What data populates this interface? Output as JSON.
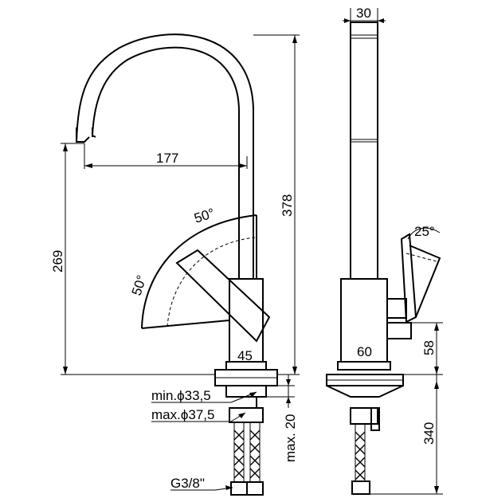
{
  "front_view": {
    "dim_spout_reach": "177",
    "dim_total_height": "378",
    "dim_spout_height": "269",
    "dim_body_width": "45",
    "angle_lever_top": "50°",
    "angle_lever_left": "50°",
    "hole_min": "min.ϕ33,5",
    "hole_max": "max.ϕ37,5",
    "max_deck": "max. 20",
    "thread": "G3/8\""
  },
  "side_view": {
    "dim_spout_width": "30",
    "dim_body_depth": "60",
    "angle_lever": "25°",
    "dim_body_height": "58",
    "dim_hose_length": "340"
  }
}
